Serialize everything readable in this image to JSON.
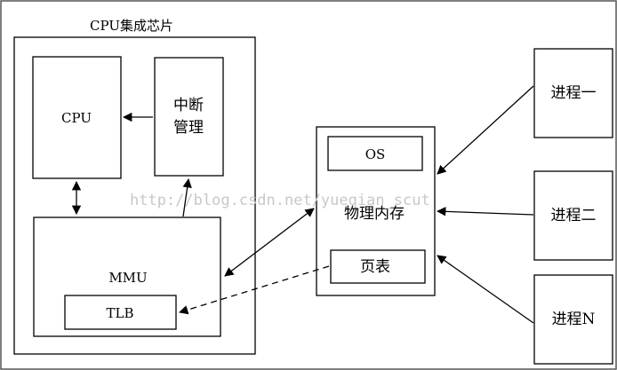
{
  "diagram": {
    "chip_title": "CPU集成芯片",
    "cpu": "CPU",
    "interrupt_line1": "中断",
    "interrupt_line2": "管理",
    "mmu": "MMU",
    "tlb": "TLB",
    "os": "OS",
    "memory": "物理内存",
    "page_table": "页表",
    "process1": "进程一",
    "process2": "进程二",
    "processN": "进程N",
    "watermark": "http://blog.csdn.net/yueqian_scut"
  }
}
